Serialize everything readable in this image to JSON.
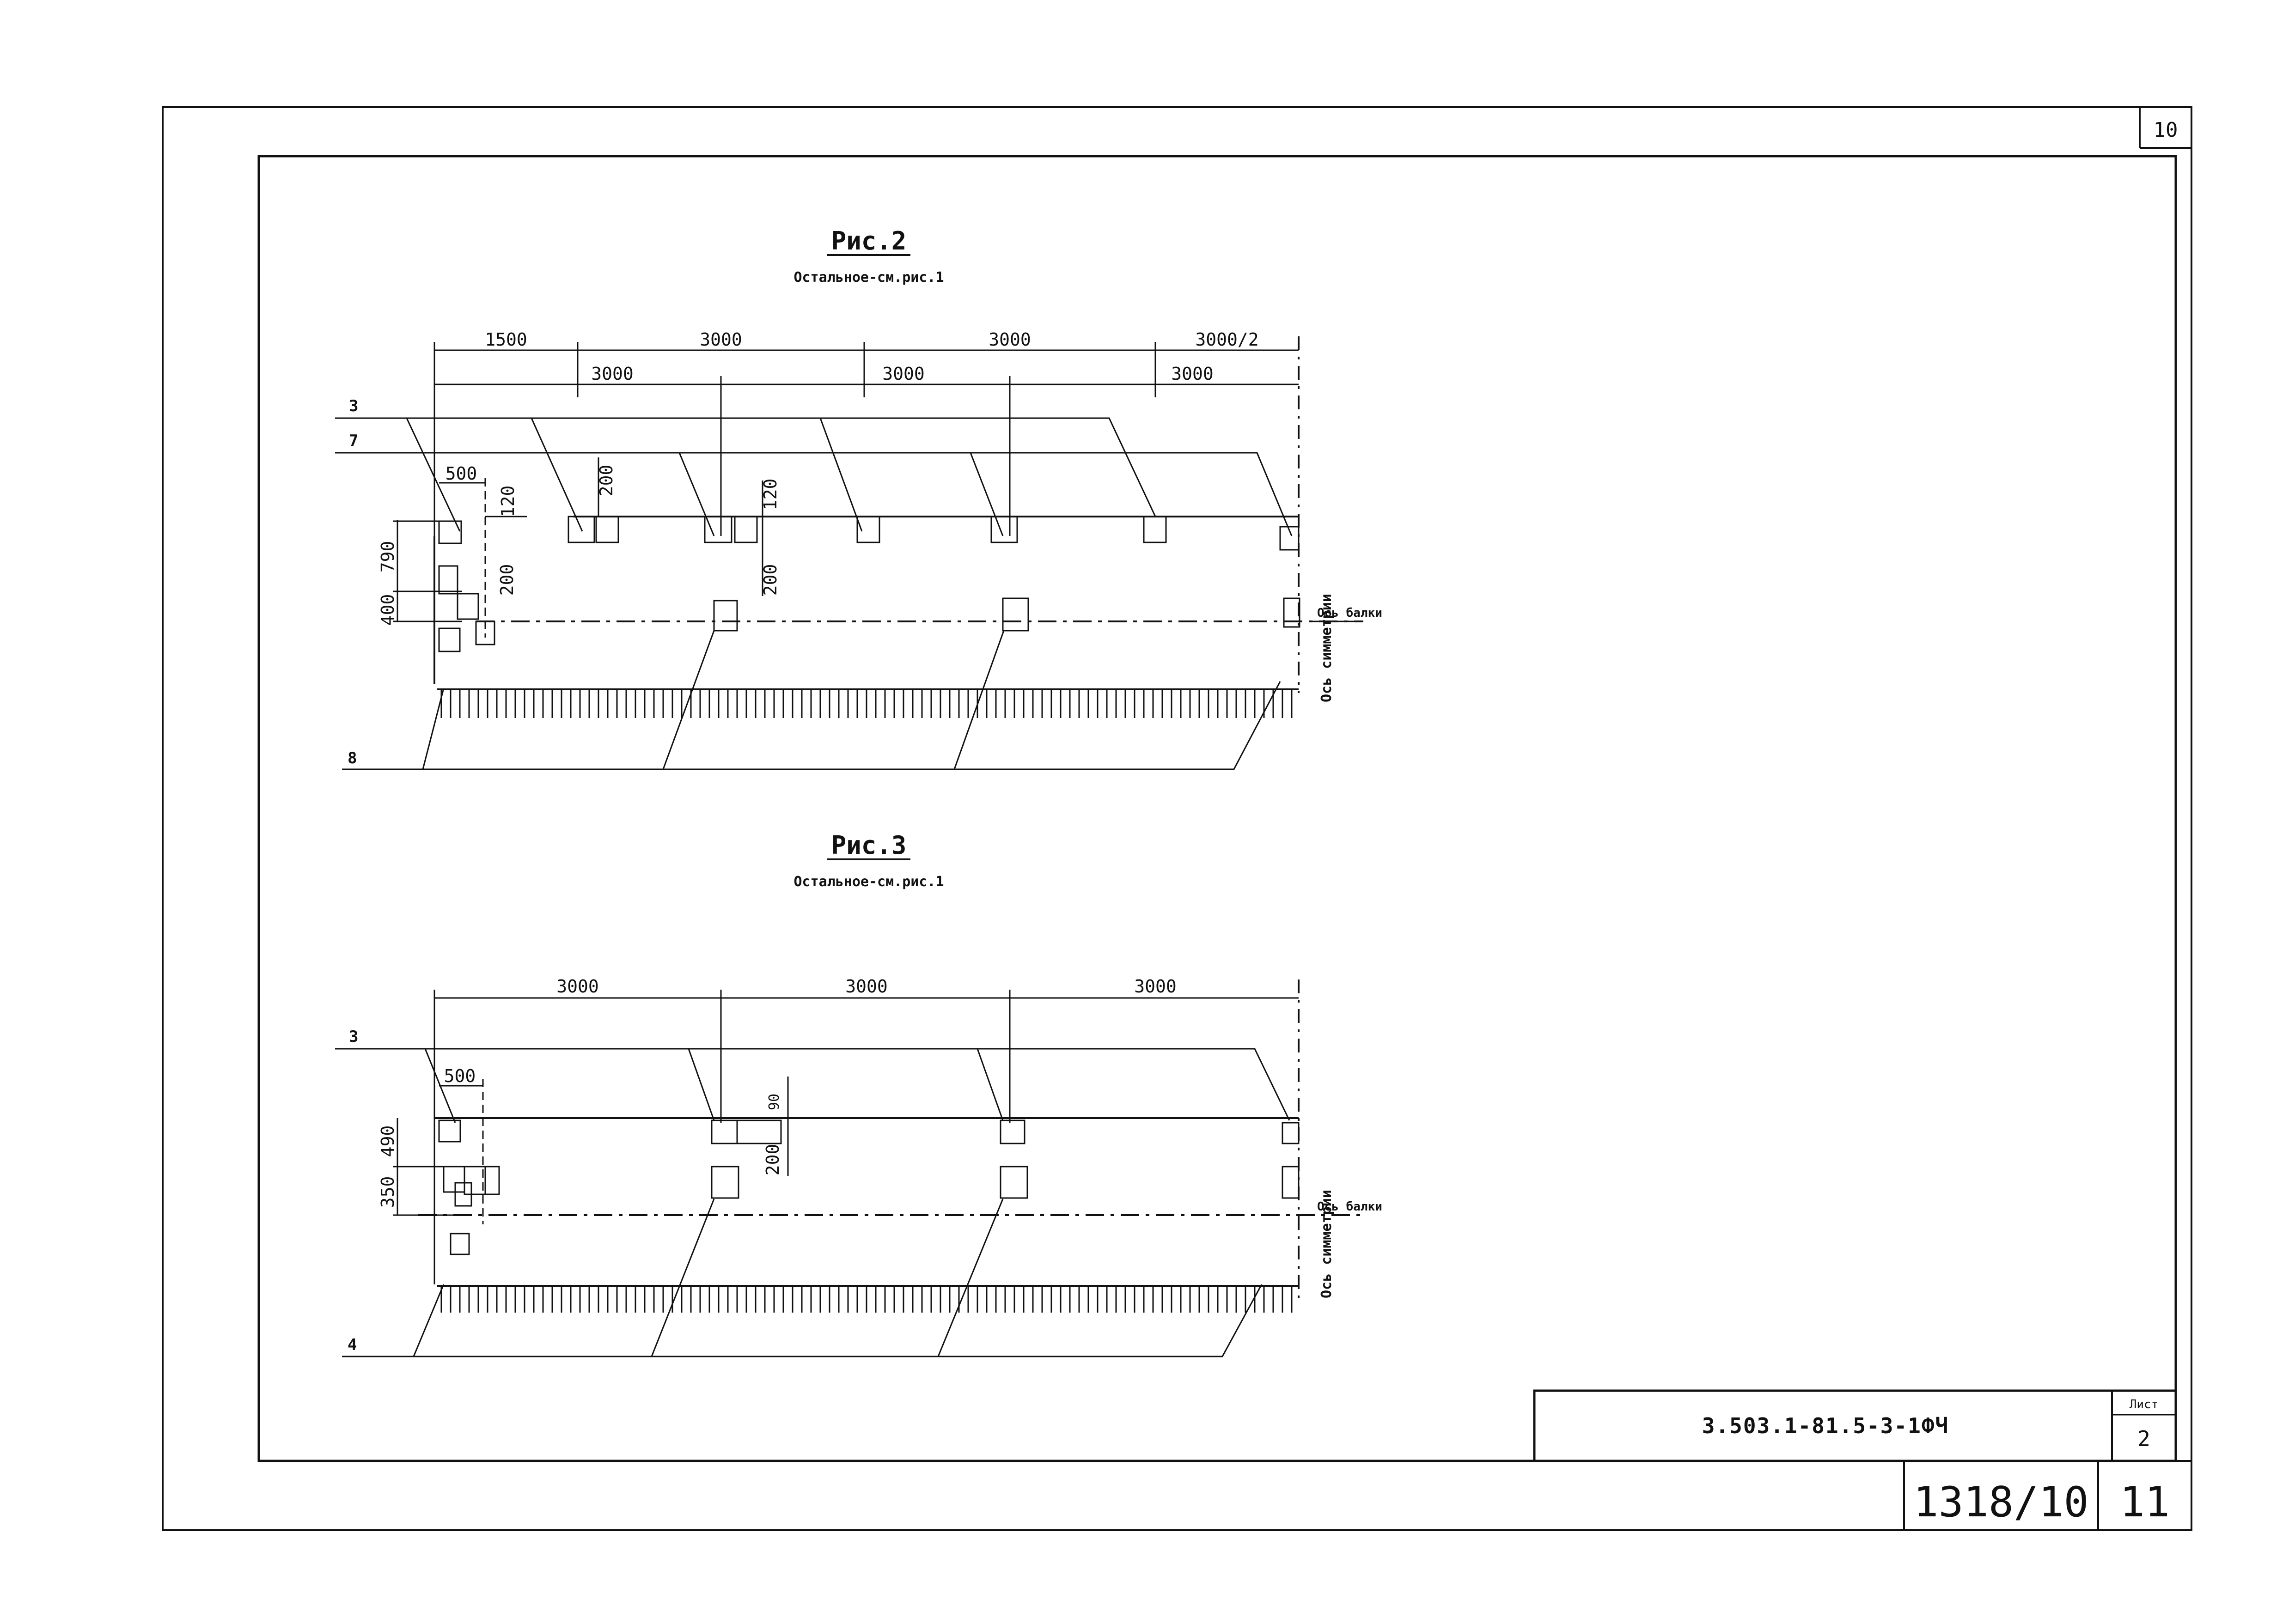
{
  "sheet": {
    "corner_number": "10",
    "doc_code": "3.503.1-81.5-3-1ФЧ",
    "list_label": "Лист",
    "list_number": "2",
    "archive_number": "1318/10",
    "page_number": "11"
  },
  "fig2": {
    "title": "Рис.2",
    "subtitle": "Остальное-см.рис.1",
    "dims_top": [
      "1500",
      "3000",
      "3000",
      "3000/2"
    ],
    "dims_second": [
      "3000",
      "3000",
      "3000"
    ],
    "local_dims": [
      "500",
      "120",
      "200",
      "120",
      "200",
      "200"
    ],
    "left_dims": [
      "790",
      "400"
    ],
    "leaders": [
      "3",
      "7",
      "8"
    ],
    "axis_symmetry": "Ось симметрии",
    "axis_beam": "Ось балки"
  },
  "fig3": {
    "title": "Рис.3",
    "subtitle": "Остальное-см.рис.1",
    "dims_top": [
      "3000",
      "3000",
      "3000"
    ],
    "local_dims": [
      "500",
      "90",
      "200"
    ],
    "left_dims": [
      "490",
      "350"
    ],
    "leaders": [
      "3",
      "4"
    ],
    "axis_symmetry": "Ось симметрии",
    "axis_beam": "Ось балки"
  }
}
